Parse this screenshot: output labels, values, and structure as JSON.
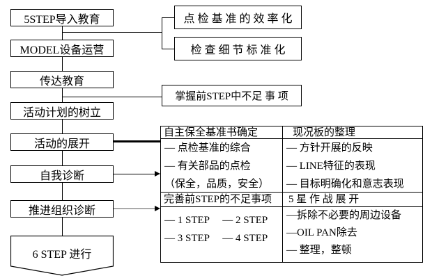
{
  "flowchart": {
    "steps": [
      {
        "label": "5STEP导入教育"
      },
      {
        "label": "MODEL设备运营"
      },
      {
        "label": "传达教育"
      },
      {
        "label": "活动计划的树立"
      },
      {
        "label": "活动的展开"
      },
      {
        "label": "自我诊断"
      },
      {
        "label": "推进组织诊断"
      }
    ],
    "final_step": {
      "label": "6 STEP 进行"
    }
  },
  "callouts": {
    "top": [
      {
        "label": "点 检 基 准 的 效 率 化"
      },
      {
        "label": "检 查 细 节 标 准 化"
      }
    ],
    "middle": {
      "label": "掌握前STEP中不足 事 项"
    }
  },
  "table": {
    "sections": [
      {
        "left_header": "自主保全基准书确定",
        "right_header": "现况板的整理",
        "left_items": [
          "— 点检基准的综合",
          "— 有关部品的点检",
          "（保全，品质，安全）"
        ],
        "right_items": [
          "— 方针开展的反映",
          "— LINE特征的表现",
          "— 目标明确化和意志表现"
        ]
      },
      {
        "left_header": "完善前STEP的不足事项",
        "right_header": "5 星 作 战 展 开",
        "left_items": [
          "— 1 STEP　 — 2 STEP",
          "— 3 STEP　 — 4 STEP"
        ],
        "right_items": [
          "—拆除不必要的周边设备",
          "—OIL PAN除去",
          "— 整理，整顿"
        ]
      }
    ]
  },
  "colors": {
    "line": "#000000",
    "background": "#ffffff",
    "secondary_line": "#555555"
  }
}
